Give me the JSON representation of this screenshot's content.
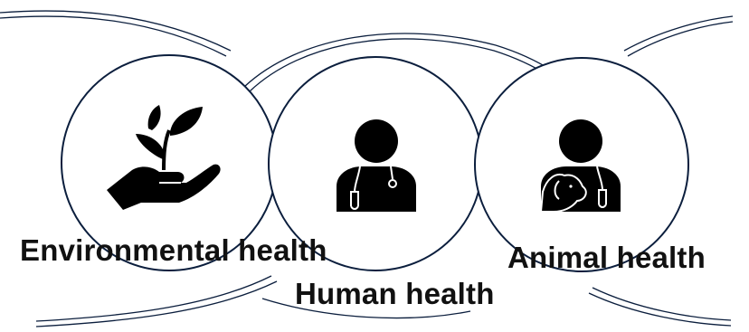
{
  "labels": {
    "environmental": "Environmental health",
    "human": "Human health",
    "animal": "Animal health"
  },
  "colors": {
    "stroke": "#0b1e3d",
    "icon": "#000000",
    "icon_outline": "#ffffff",
    "text": "#111111",
    "background": "#ffffff"
  },
  "icons": {
    "environmental": "hand-plant-icon",
    "human": "doctor-stethoscope-icon",
    "animal": "veterinarian-dog-icon"
  }
}
